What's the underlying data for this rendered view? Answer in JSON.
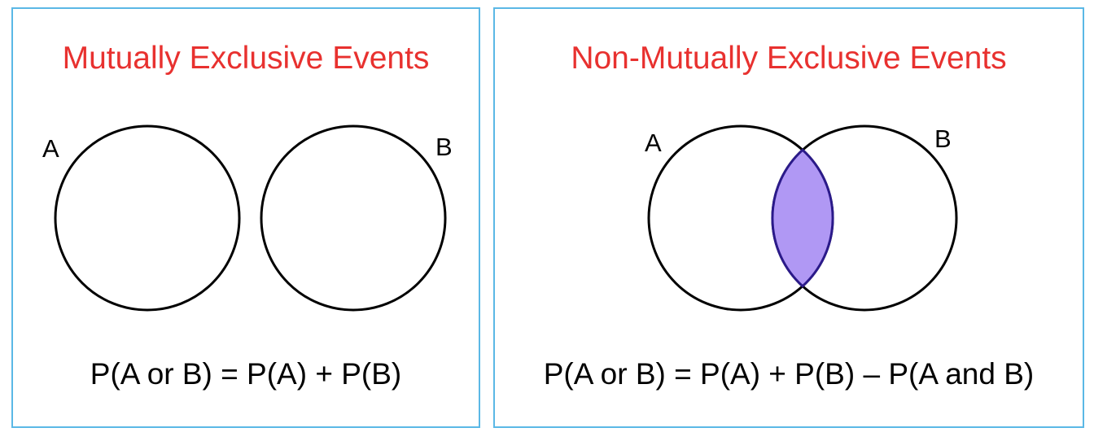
{
  "colors": {
    "title": "#e8312f",
    "border": "#5bb8e6",
    "circle_stroke": "#000000",
    "intersection_fill": "#b098f4",
    "intersection_stroke": "#2b1a8a"
  },
  "mutually_exclusive": {
    "title": "Mutually Exclusive Events",
    "label_a": "A",
    "label_b": "B",
    "formula": "P(A or B) = P(A) + P(B)"
  },
  "non_mutually_exclusive": {
    "title": "Non-Mutually Exclusive Events",
    "label_a": "A",
    "label_b": "B",
    "formula": "P(A or B) = P(A) + P(B) – P(A and B)"
  }
}
